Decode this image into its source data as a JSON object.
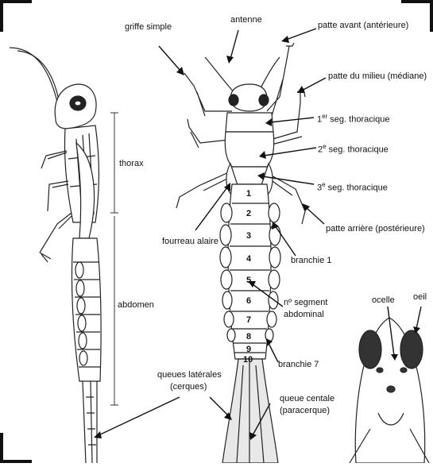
{
  "labels": {
    "griffe_simple": "griffe simple",
    "antenne": "antenne",
    "patte_avant": "patte avant (antérieure)",
    "patte_milieu": "patte du milieu (médiane)",
    "seg1_pre": "1",
    "seg1_sup": "er",
    "seg1_post": " seg. thoracique",
    "seg2_pre": "2",
    "seg2_sup": "e",
    "seg2_post": " seg. thoracique",
    "seg3_pre": "3",
    "seg3_sup": "e",
    "seg3_post": " seg. thoracique",
    "thorax": "thorax",
    "abdomen": "abdomen",
    "fourreau_alaire": "fourreau alaire",
    "patte_arriere": "patte arrière (postérieure)",
    "branchie_1": "branchie 1",
    "n_segment_line1": "nº segment",
    "n_segment_line2": "abdominal",
    "branchie_7": "branchie 7",
    "queues_laterales_line1": "queues latérales",
    "queues_laterales_line2": "(cerques)",
    "queue_centrale_line1": "queue centale",
    "queue_centrale_line2": "(paracerque)",
    "ocelle": "ocelle",
    "oeil": "oeil"
  },
  "segment_numbers": [
    "1",
    "2",
    "3",
    "4",
    "5",
    "6",
    "7",
    "8",
    "9",
    "10"
  ]
}
